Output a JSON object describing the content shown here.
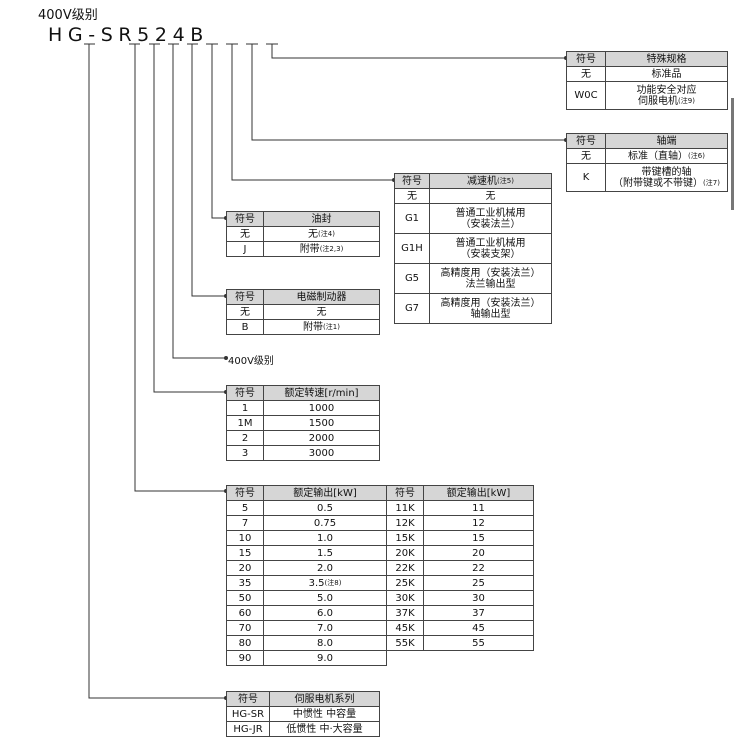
{
  "header": {
    "class": "400V级别",
    "model_chars": [
      "H",
      "G",
      "-",
      "S",
      "R",
      "5",
      "2",
      "4",
      "B",
      "_",
      "_",
      "_"
    ]
  },
  "tables": {
    "special": {
      "col1": "符号",
      "col2": "特殊规格",
      "rows": [
        {
          "sym": "无",
          "val": "标准品",
          "note": ""
        },
        {
          "sym": "W0C",
          "val": "功能安全对应",
          "val2": "伺服电机",
          "note": "注9"
        }
      ]
    },
    "shaft": {
      "col1": "符号",
      "col2": "轴端",
      "rows": [
        {
          "sym": "无",
          "val": "标准（直轴）",
          "note": "注6"
        },
        {
          "sym": "K",
          "val": "带键槽的轴",
          "val2": "（附带键或不带键）",
          "note": "注7"
        }
      ]
    },
    "reducer": {
      "col1": "符号",
      "col2": "减速机",
      "note": "注5",
      "rows": [
        {
          "sym": "无",
          "val": "无",
          "val2": ""
        },
        {
          "sym": "G1",
          "val": "普通工业机械用",
          "val2": "（安装法兰）"
        },
        {
          "sym": "G1H",
          "val": "普通工业机械用",
          "val2": "（安装支架）"
        },
        {
          "sym": "G5",
          "val": "高精度用（安装法兰）",
          "val2": "法兰输出型"
        },
        {
          "sym": "G7",
          "val": "高精度用（安装法兰）",
          "val2": "轴输出型"
        }
      ]
    },
    "seal": {
      "col1": "符号",
      "col2": "油封",
      "rows": [
        {
          "sym": "无",
          "val": "无",
          "note": "注4"
        },
        {
          "sym": "J",
          "val": "附带",
          "note": "注2,3"
        }
      ]
    },
    "brake": {
      "col1": "符号",
      "col2": "电磁制动器",
      "rows": [
        {
          "sym": "无",
          "val": "无",
          "note": ""
        },
        {
          "sym": "B",
          "val": "附带",
          "note": "注1"
        }
      ]
    },
    "voltage": {
      "label": "400V级别"
    },
    "speed": {
      "col1": "符号",
      "col2": "额定转速[r/min]",
      "rows": [
        {
          "sym": "1",
          "val": "1000"
        },
        {
          "sym": "1M",
          "val": "1500"
        },
        {
          "sym": "2",
          "val": "2000"
        },
        {
          "sym": "3",
          "val": "3000"
        }
      ]
    },
    "output": {
      "col1": "符号",
      "col2": "额定输出[kW]",
      "left": [
        {
          "sym": "5",
          "val": "0.5",
          "note": ""
        },
        {
          "sym": "7",
          "val": "0.75",
          "note": ""
        },
        {
          "sym": "10",
          "val": "1.0",
          "note": ""
        },
        {
          "sym": "15",
          "val": "1.5",
          "note": ""
        },
        {
          "sym": "20",
          "val": "2.0",
          "note": ""
        },
        {
          "sym": "35",
          "val": "3.5",
          "note": "注8"
        },
        {
          "sym": "50",
          "val": "5.0",
          "note": ""
        },
        {
          "sym": "60",
          "val": "6.0",
          "note": ""
        },
        {
          "sym": "70",
          "val": "7.0",
          "note": ""
        },
        {
          "sym": "80",
          "val": "8.0",
          "note": ""
        },
        {
          "sym": "90",
          "val": "9.0",
          "note": ""
        }
      ],
      "right": [
        {
          "sym": "11K",
          "val": "11"
        },
        {
          "sym": "12K",
          "val": "12"
        },
        {
          "sym": "15K",
          "val": "15"
        },
        {
          "sym": "20K",
          "val": "20"
        },
        {
          "sym": "22K",
          "val": "22"
        },
        {
          "sym": "25K",
          "val": "25"
        },
        {
          "sym": "30K",
          "val": "30"
        },
        {
          "sym": "37K",
          "val": "37"
        },
        {
          "sym": "45K",
          "val": "45"
        },
        {
          "sym": "55K",
          "val": "55"
        }
      ]
    },
    "series": {
      "col1": "符号",
      "col2": "伺服电机系列",
      "rows": [
        {
          "sym": "HG-SR",
          "val": "中惯性 中容量"
        },
        {
          "sym": "HG-JR",
          "val": "低惯性 中·大容量"
        }
      ]
    }
  },
  "colors": {
    "header_bg": "#d6d6d6",
    "line": "#333333"
  }
}
